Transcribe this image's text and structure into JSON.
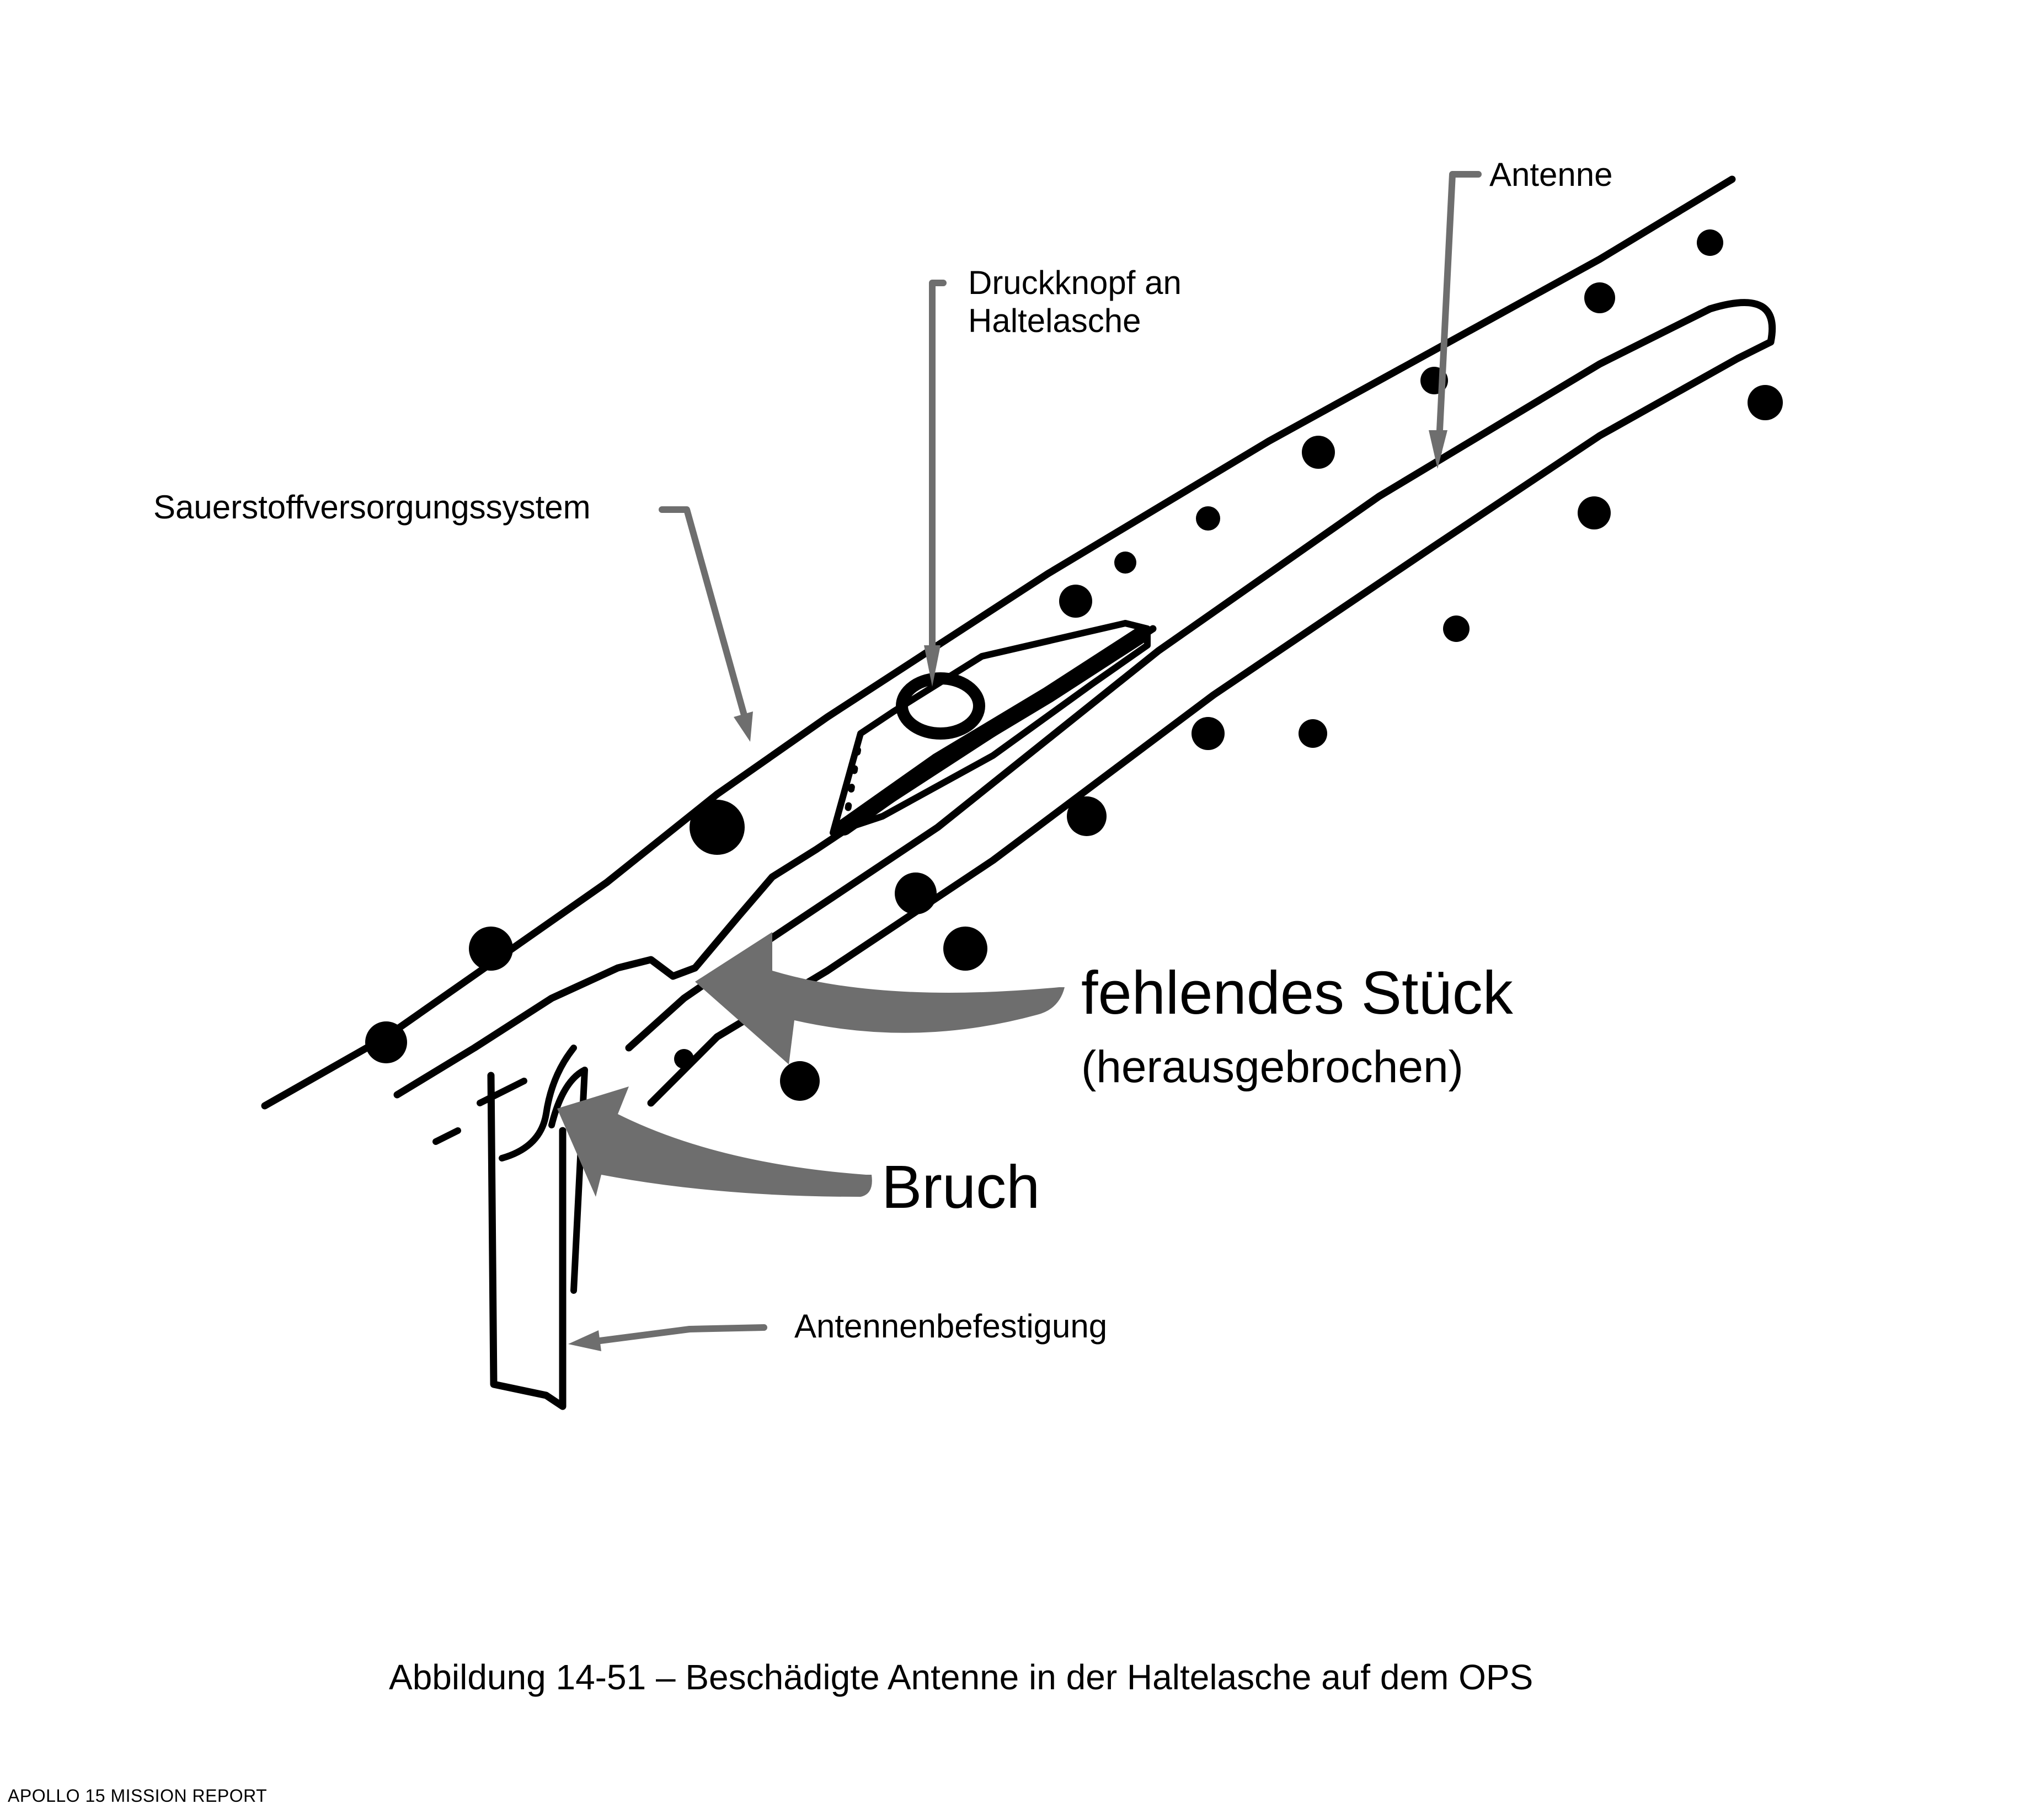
{
  "figure": {
    "labels": {
      "antenna": "Antenne",
      "snap": "Druckknopf an\nHaltelasche",
      "snap_line1": "Druckknopf an",
      "snap_line2": "Haltelasche",
      "ops": "Sauerstoffversorgungssystem",
      "missing_piece": "fehlendes Stück",
      "missing_piece_note": "(herausgebrochen)",
      "break": "Bruch",
      "antenna_mount": "Antennenbefestigung"
    },
    "caption": "Abbildung 14-51 – Beschädigte Antenne in der Haltelasche auf dem OPS",
    "footer": "APOLLO 15 MISSION REPORT",
    "colors": {
      "callout": "#6e6e6e",
      "ink": "#000000",
      "background": "#ffffff"
    }
  }
}
